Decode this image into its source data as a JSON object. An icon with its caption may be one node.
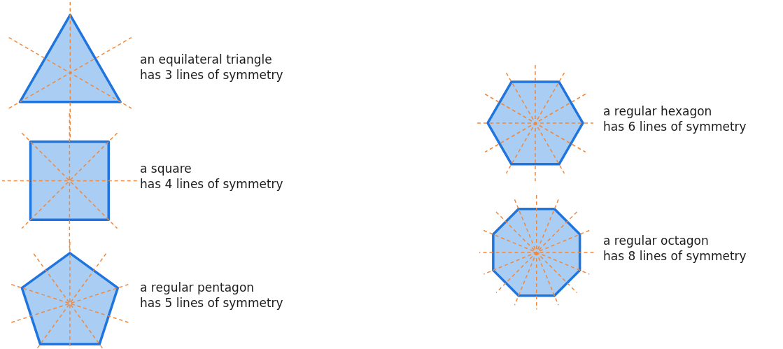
{
  "diagram": {
    "nodes": [
      {
        "text": [],
        "shape": "triangle",
        "beside": [
          "an equilateral triangle",
          "has 3 lines of symmetry"
        ]
      },
      {
        "text": [],
        "shape": "square",
        "beside": [
          "a square",
          "has 4 lines of symmetry"
        ]
      },
      {
        "text": [],
        "shape": "pentagon",
        "beside": [
          "a regular pentagon",
          "has 5 lines of symmetry"
        ]
      },
      {
        "text": [],
        "shape": "hexagon",
        "beside": [
          "a regular hexagon",
          "has 6 lines of symmetry"
        ]
      },
      {
        "text": [],
        "shape": "octagon",
        "beside": [
          "a regular octagon",
          "has 8 lines of symmetry"
        ]
      }
    ]
  }
}
